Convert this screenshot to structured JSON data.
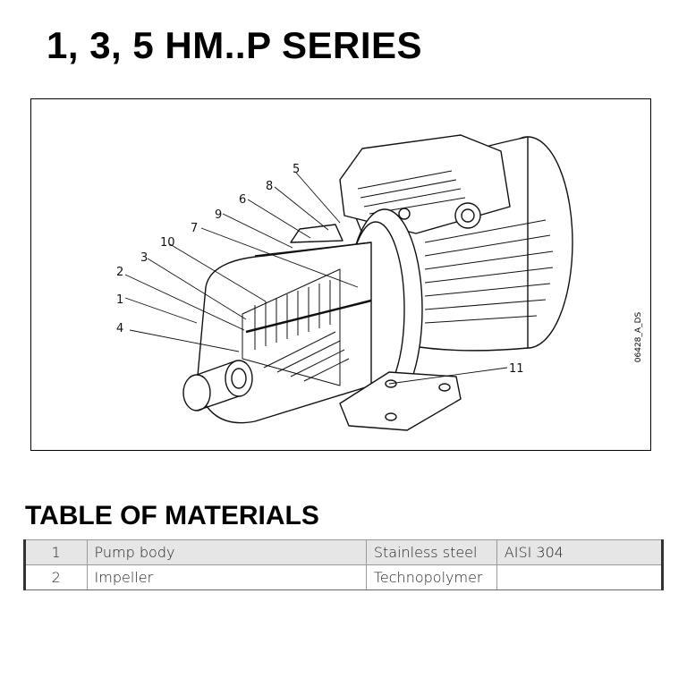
{
  "header": {
    "title": "1, 3, 5 HM..P SERIES"
  },
  "figure": {
    "code": "06428_A_DS",
    "callouts": [
      "1",
      "2",
      "3",
      "4",
      "5",
      "6",
      "7",
      "8",
      "9",
      "10",
      "11"
    ]
  },
  "materials": {
    "title": "TABLE OF MATERIALS",
    "rows": [
      {
        "no": "1",
        "part": "Pump body",
        "material": "Stainless steel",
        "spec": "AISI 304"
      },
      {
        "no": "2",
        "part": "Impeller",
        "material": "Technopolymer",
        "spec": ""
      }
    ]
  }
}
